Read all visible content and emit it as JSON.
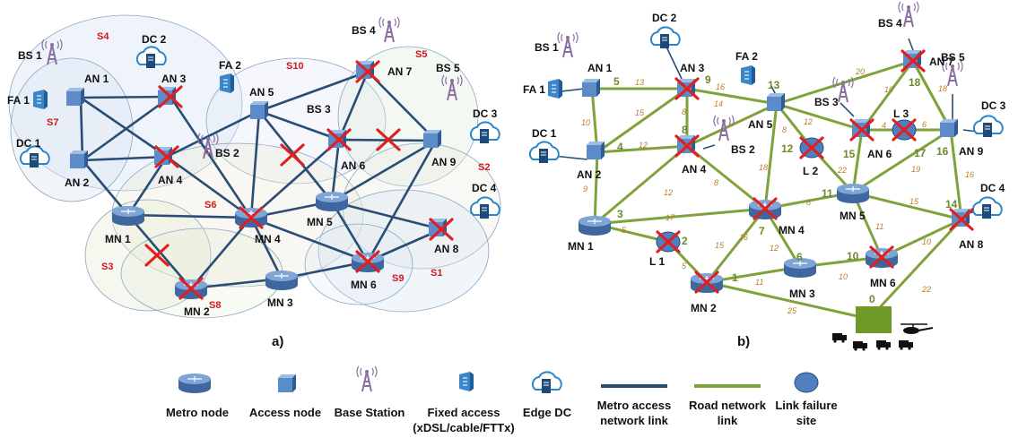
{
  "panel_a": {
    "label": "a)",
    "sector_labels": [
      "S1",
      "S2",
      "S3",
      "S4",
      "S5",
      "S6",
      "S7",
      "S8",
      "S9",
      "S10"
    ],
    "metro_nodes": [
      "MN 1",
      "MN 2",
      "MN 3",
      "MN 4",
      "MN 5",
      "MN 6"
    ],
    "access_nodes": [
      "AN 1",
      "AN 2",
      "AN 3",
      "AN 4",
      "AN 5",
      "AN 6",
      "AN 7",
      "AN 8",
      "AN 9"
    ],
    "base_stations": [
      "BS 1",
      "BS 2",
      "BS 3",
      "BS 4",
      "BS 5"
    ],
    "fixed_access": [
      "FA 1",
      "FA 2"
    ],
    "edge_dcs": [
      "DC 1",
      "DC 2",
      "DC 3",
      "DC 4"
    ],
    "failed_elements": [
      "AN 3",
      "AN 4",
      "AN 6",
      "AN 7",
      "AN 8",
      "MN 2",
      "MN 4",
      "MN 6"
    ]
  },
  "panel_b": {
    "label": "b)",
    "metro_nodes": [
      "MN 1",
      "MN 2",
      "MN 3",
      "MN 4",
      "MN 5",
      "MN 6"
    ],
    "access_nodes": [
      "AN 1",
      "AN 2",
      "AN 3",
      "AN 4",
      "AN 5",
      "AN 6",
      "AN 7",
      "AN 8",
      "AN 9"
    ],
    "base_stations": [
      "BS 1",
      "BS 2",
      "BS 3",
      "BS 4",
      "BS 5"
    ],
    "fixed_access": [
      "FA 1",
      "FA 2"
    ],
    "edge_dcs": [
      "DC 1",
      "DC 2",
      "DC 3",
      "DC 4"
    ],
    "link_failure_sites": [
      "L 1",
      "L 2",
      "L 3"
    ],
    "road_node_ids": [
      "0",
      "1",
      "2",
      "3",
      "4",
      "5",
      "6",
      "7",
      "8",
      "9",
      "10",
      "11",
      "12",
      "13",
      "14",
      "15",
      "16",
      "17",
      "18"
    ],
    "road_link_weights": [
      "13",
      "20",
      "18",
      "10",
      "15",
      "16",
      "14",
      "8",
      "8",
      "12",
      "12",
      "6",
      "4",
      "10",
      "9",
      "12",
      "8",
      "16",
      "18",
      "22",
      "19",
      "8",
      "15",
      "16",
      "17",
      "15",
      "12",
      "11",
      "10",
      "10",
      "5",
      "5",
      "11",
      "25",
      "22"
    ]
  },
  "legend": [
    {
      "label": "Metro node"
    },
    {
      "label": "Access node"
    },
    {
      "label": "Base Station"
    },
    {
      "label": "Fixed access",
      "label2": "(xDSL/cable/FTTx)"
    },
    {
      "label": "Edge DC"
    },
    {
      "label": "Metro access",
      "label2": "network link"
    },
    {
      "label": "Road network",
      "label2": "link"
    },
    {
      "label": "Link failure",
      "label2": "site"
    }
  ],
  "colors": {
    "metro_link": "#2a4d74",
    "road_link": "#7fa23b",
    "node_fill": "#4f7fbf",
    "failure_x": "#e02020",
    "sector_label": "#d4161b",
    "road_node_id": "#6b8a2c",
    "road_weight": "#c27a2a",
    "depot": "#6f9a2a"
  }
}
